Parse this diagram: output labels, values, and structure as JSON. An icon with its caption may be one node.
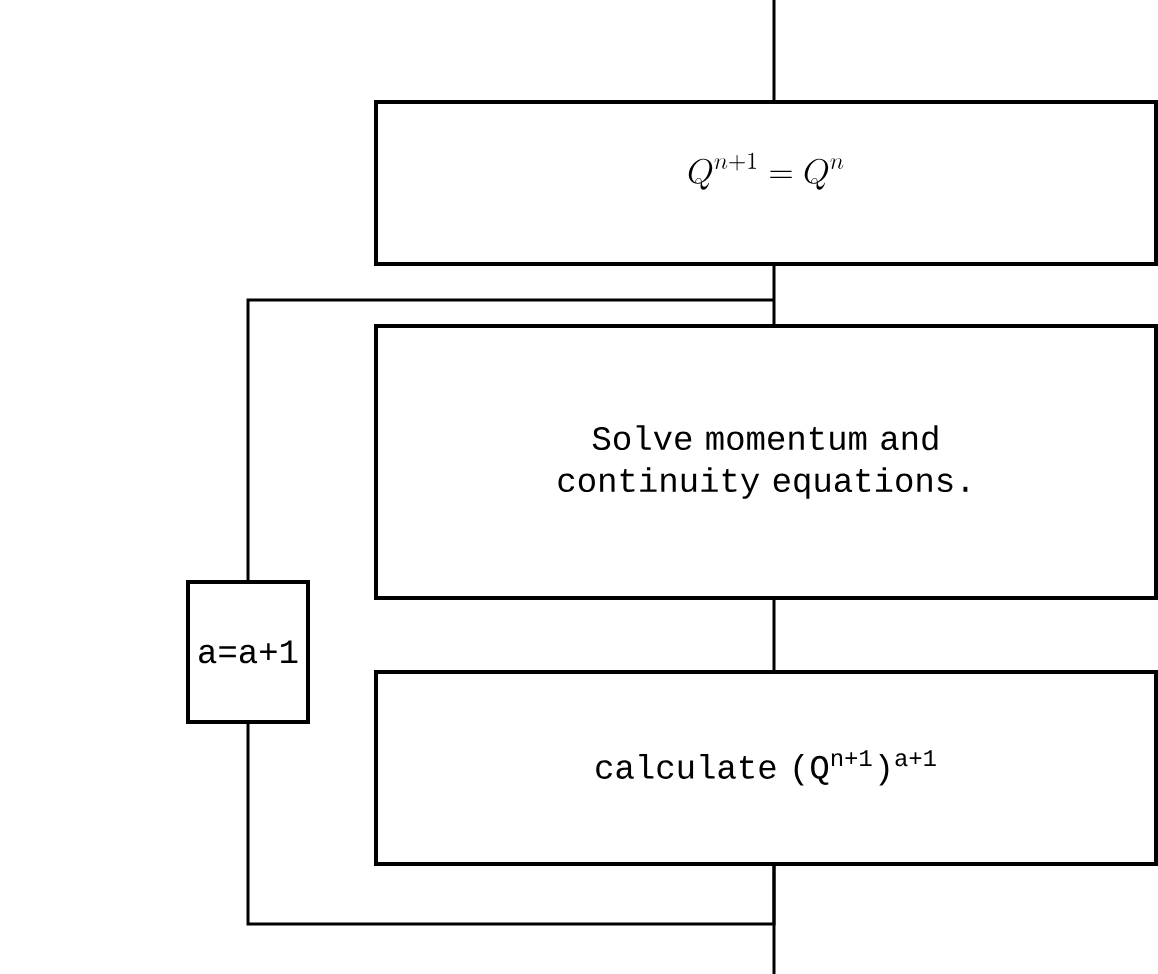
{
  "diagram": {
    "nodes": [
      {
        "text": [
          "$Q^{n+1}=Q^{n}$"
        ]
      },
      {
        "text": [
          "Solve momentum and continuity equations."
        ]
      },
      {
        "text": [
          "calculate (Q$^{n+1}$)$^{a+1}$"
        ]
      },
      {
        "text": [
          "a=a+1"
        ]
      }
    ],
    "edges": [
      {
        "from": null,
        "to": 0,
        "arrow": "none"
      },
      {
        "from": 0,
        "to": 1,
        "arrow": "none"
      },
      {
        "from": 1,
        "to": 2,
        "arrow": "none"
      },
      {
        "from": 2,
        "to": null,
        "arrow": "none"
      },
      {
        "from": 2,
        "to": 3,
        "arrow": "none"
      },
      {
        "from": 3,
        "to": 1,
        "arrow": "none"
      }
    ]
  }
}
